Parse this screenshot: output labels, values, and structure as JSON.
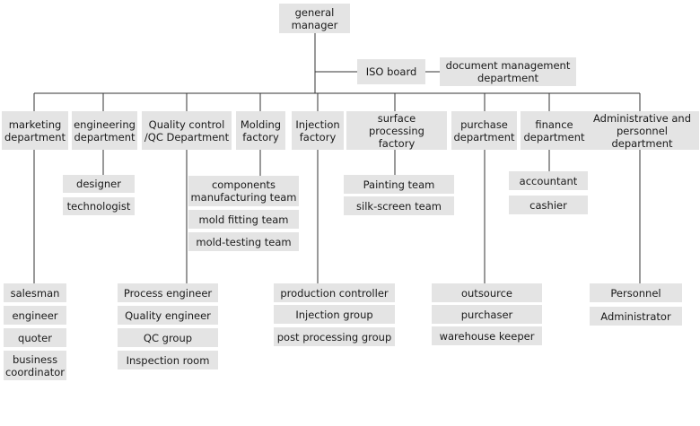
{
  "chart": {
    "root": "general\nmanager",
    "staff": [
      "ISO board",
      "document management\ndepartment"
    ],
    "departments": [
      {
        "label": "marketing\ndepartment",
        "children": [
          "salesman",
          "engineer",
          "quoter",
          "business\ncoordinator"
        ]
      },
      {
        "label": "engineering\ndepartment",
        "children": [
          "designer",
          "technologist"
        ]
      },
      {
        "label": "Quality control\n/QC Department",
        "children": [
          "Process engineer",
          "Quality engineer",
          "QC group",
          "Inspection room"
        ]
      },
      {
        "label": "Molding\nfactory",
        "children": [
          "components\nmanufacturing team",
          "mold fitting team",
          "mold-testing team"
        ]
      },
      {
        "label": "Injection\nfactory",
        "children": [
          "production controller",
          "Injection group",
          "post processing group"
        ]
      },
      {
        "label": "surface processing\nfactory",
        "children": [
          "Painting team",
          "silk-screen team"
        ]
      },
      {
        "label": "purchase\ndepartment",
        "children": [
          "outsource",
          "purchaser",
          "warehouse keeper"
        ]
      },
      {
        "label": "finance\ndepartment",
        "children": [
          "accountant",
          "cashier"
        ]
      },
      {
        "label": "Administrative and\npersonnel department",
        "children": [
          "Personnel",
          "Administrator"
        ]
      }
    ]
  }
}
